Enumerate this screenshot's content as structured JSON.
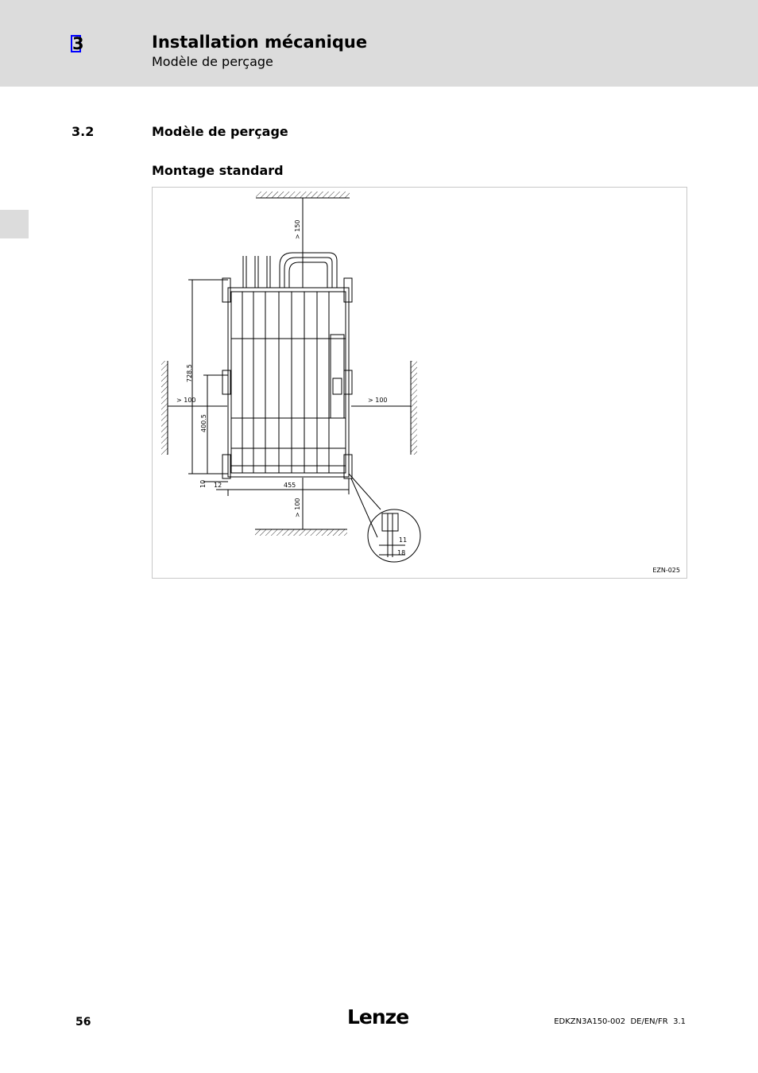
{
  "header": {
    "chapter_number": "3",
    "chapter_title": "Installation mécanique",
    "chapter_subtitle": "Modèle de perçage"
  },
  "section": {
    "number": "3.2",
    "title": "Modèle de perçage"
  },
  "subsection": {
    "title": "Montage standard"
  },
  "figure": {
    "id": "EZN-025",
    "dimensions": {
      "top_clearance": "> 150",
      "left_clearance": "> 100",
      "right_clearance": "> 100",
      "bottom_clearance": "> 100",
      "total_height": "728.5",
      "lower_height": "400.5",
      "bottom_offset": "10",
      "left_offset": "12",
      "width": "455",
      "detail_hole": "11",
      "detail_width": "18"
    }
  },
  "footer": {
    "page_number": "56",
    "logo": "Lenze",
    "doc_id": "EDKZN3A150-002  DE/EN/FR  3.1"
  }
}
